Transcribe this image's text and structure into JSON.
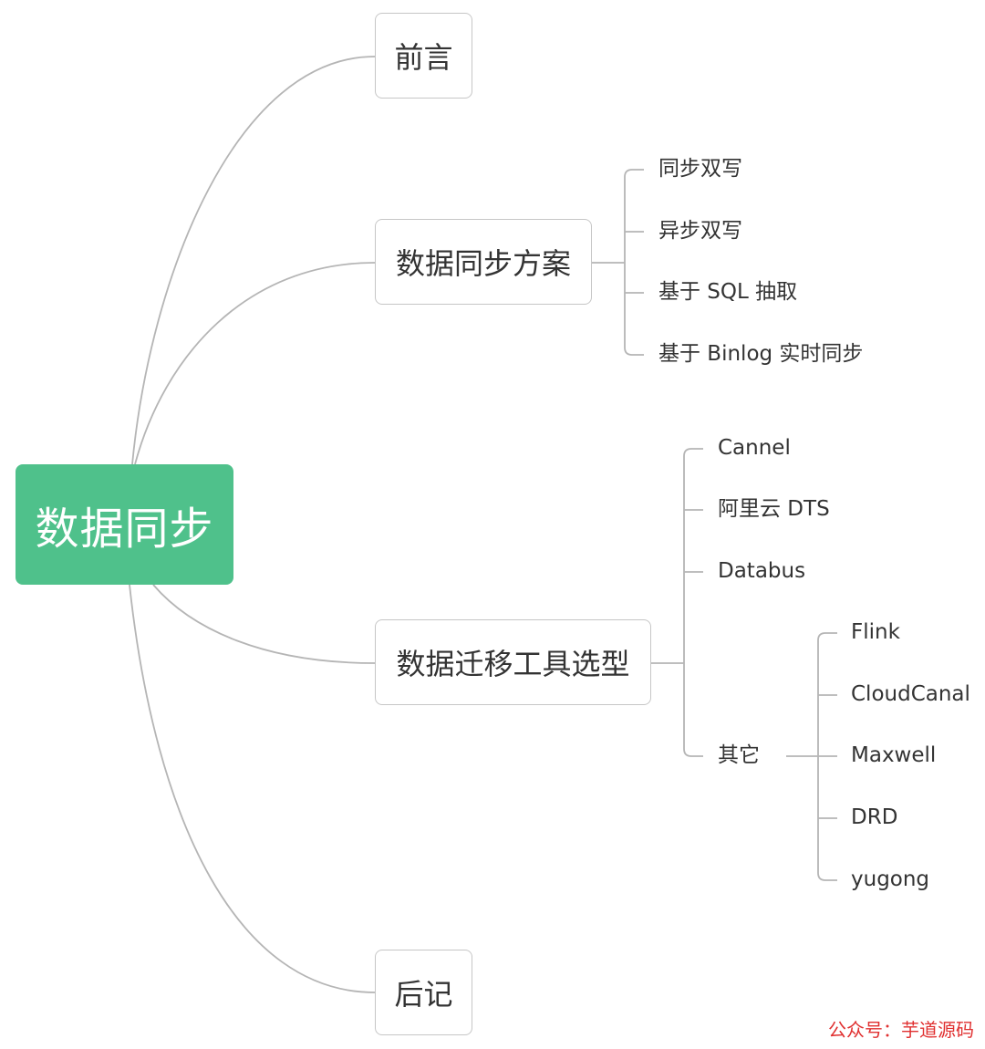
{
  "root": {
    "label": "数据同步",
    "color": "#4fc18b"
  },
  "branches": {
    "preface": {
      "label": "前言"
    },
    "sync_plan": {
      "label": "数据同步方案",
      "items": [
        "同步双写",
        "异步双写",
        "基于 SQL 抽取",
        "基于 Binlog 实时同步"
      ]
    },
    "migration_tools": {
      "label": "数据迁移工具选型",
      "items": [
        "Cannel",
        "阿里云 DTS",
        "Databus",
        "其它"
      ],
      "others": [
        "Flink",
        "CloudCanal",
        "Maxwell",
        "DRD",
        "yugong"
      ]
    },
    "postscript": {
      "label": "后记"
    }
  },
  "watermark": "公众号：芋道源码",
  "colors": {
    "line": "#b5b5b5",
    "border": "#c6c6c6",
    "text": "#333333",
    "watermark": "#e03030"
  }
}
